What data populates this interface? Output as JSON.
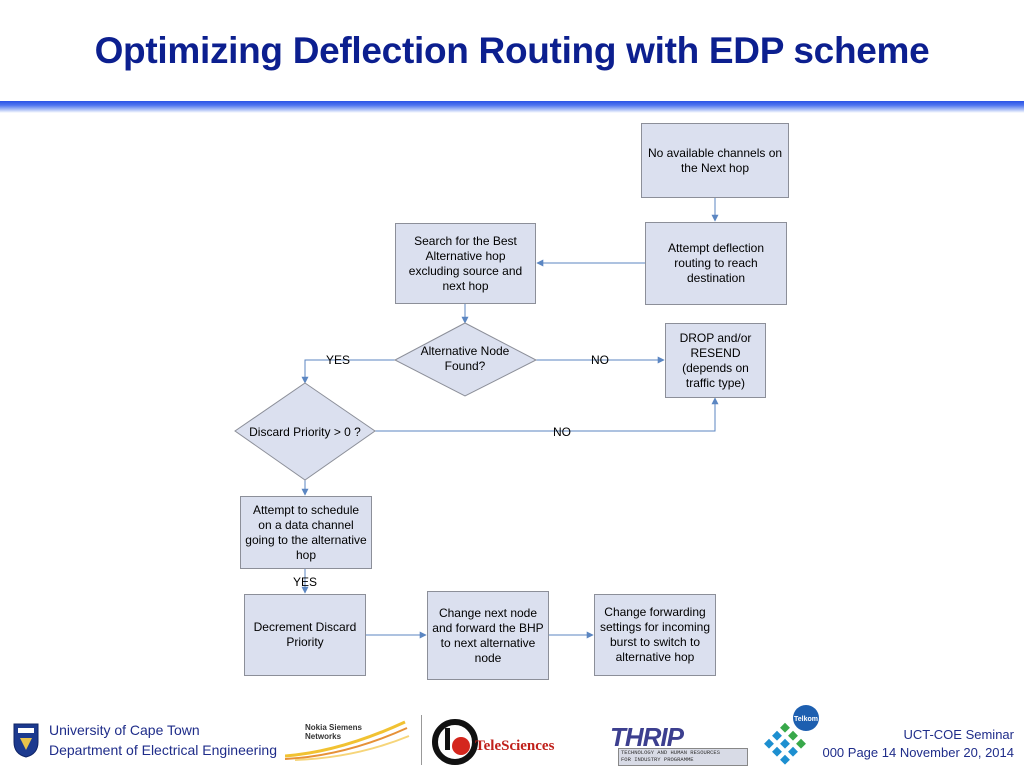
{
  "slide": {
    "title": "Optimizing Deflection Routing with EDP scheme"
  },
  "flowchart": {
    "nodes": {
      "no_channels": "No available channels on the Next hop",
      "attempt_deflection": "Attempt  deflection routing to reach destination",
      "search_best": "Search for the Best Alternative hop excluding source and next hop",
      "alt_node_found": "Alternative Node Found?",
      "drop_resend": "DROP and/or RESEND (depends on traffic type)",
      "discard_priority": "Discard Priority > 0 ?",
      "attempt_schedule": "Attempt to schedule on a data channel going to the alternative hop",
      "decrement": "Decrement Discard Priority",
      "change_next_node": "Change next node and forward the BHP to next alternative node",
      "change_forwarding": "Change forwarding settings for incoming burst to switch to alternative hop"
    },
    "edge_labels": {
      "yes_found": "YES",
      "no_found": "NO",
      "no_priority": "NO",
      "yes_schedule": "YES"
    },
    "colors": {
      "box_fill": "#dbe0ef",
      "box_border": "#8c8f99",
      "arrow": "#5b86c2",
      "title": "#0c1f8f"
    }
  },
  "footer": {
    "university": "University of Cape Town",
    "department": "Department of Electrical Engineering",
    "nokia_line1": "Nokia Siemens",
    "nokia_line2": "Networks",
    "telesciences": "TeleSciences",
    "thrip_name": "THRIP",
    "thrip_line1": "TECHNOLOGY AND HUMAN RESOURCES",
    "thrip_line2": "FOR INDUSTRY PROGRAMME",
    "telkom": "Telkom",
    "seminar": "UCT-COE Seminar",
    "page_info": "000 Page 14 November 20, 2014"
  }
}
